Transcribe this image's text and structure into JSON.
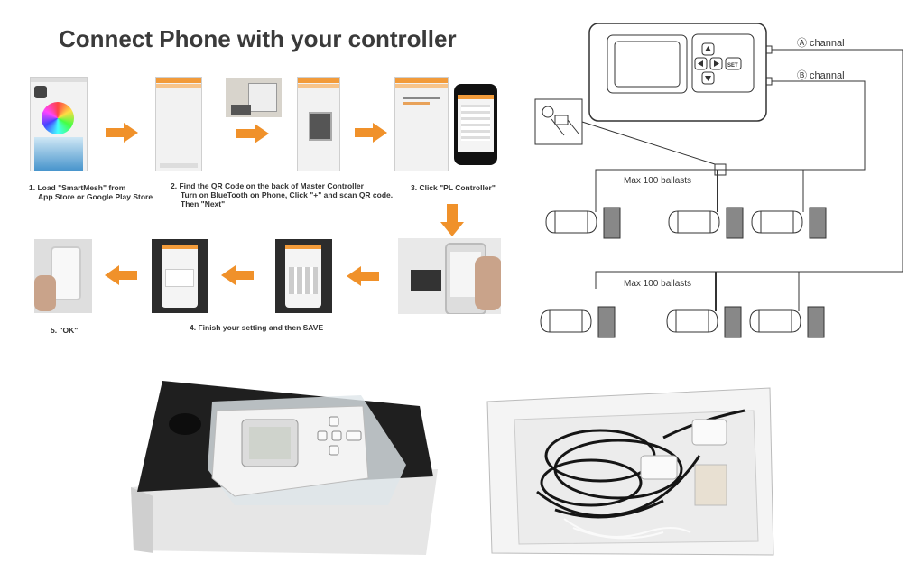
{
  "title": "Connect Phone with your controller",
  "steps": {
    "step1": [
      "1. Load \"SmartMesh\" from",
      "App Store or Google Play Store"
    ],
    "step2": [
      "2. Find the QR Code on the back of Master Controller",
      "Turn on BlueTooth on Phone, Click \"+\" and scan QR code.",
      "Then \"Next\""
    ],
    "step3": "3.  Click \"PL Controller\"",
    "step4": "4.  Finish your setting and then SAVE",
    "step5": "5. \"OK\""
  },
  "wiring": {
    "channel_a": "Ⓐ channal",
    "channel_b": "Ⓑ channal",
    "group1_label": "Max 100 ballasts",
    "group2_label": "Max 100 ballasts"
  },
  "controller": {
    "set_label": "SET"
  },
  "colors": {
    "accent": "#f0912a",
    "title": "#3a3a3a",
    "foam": "#1e1e1e"
  }
}
